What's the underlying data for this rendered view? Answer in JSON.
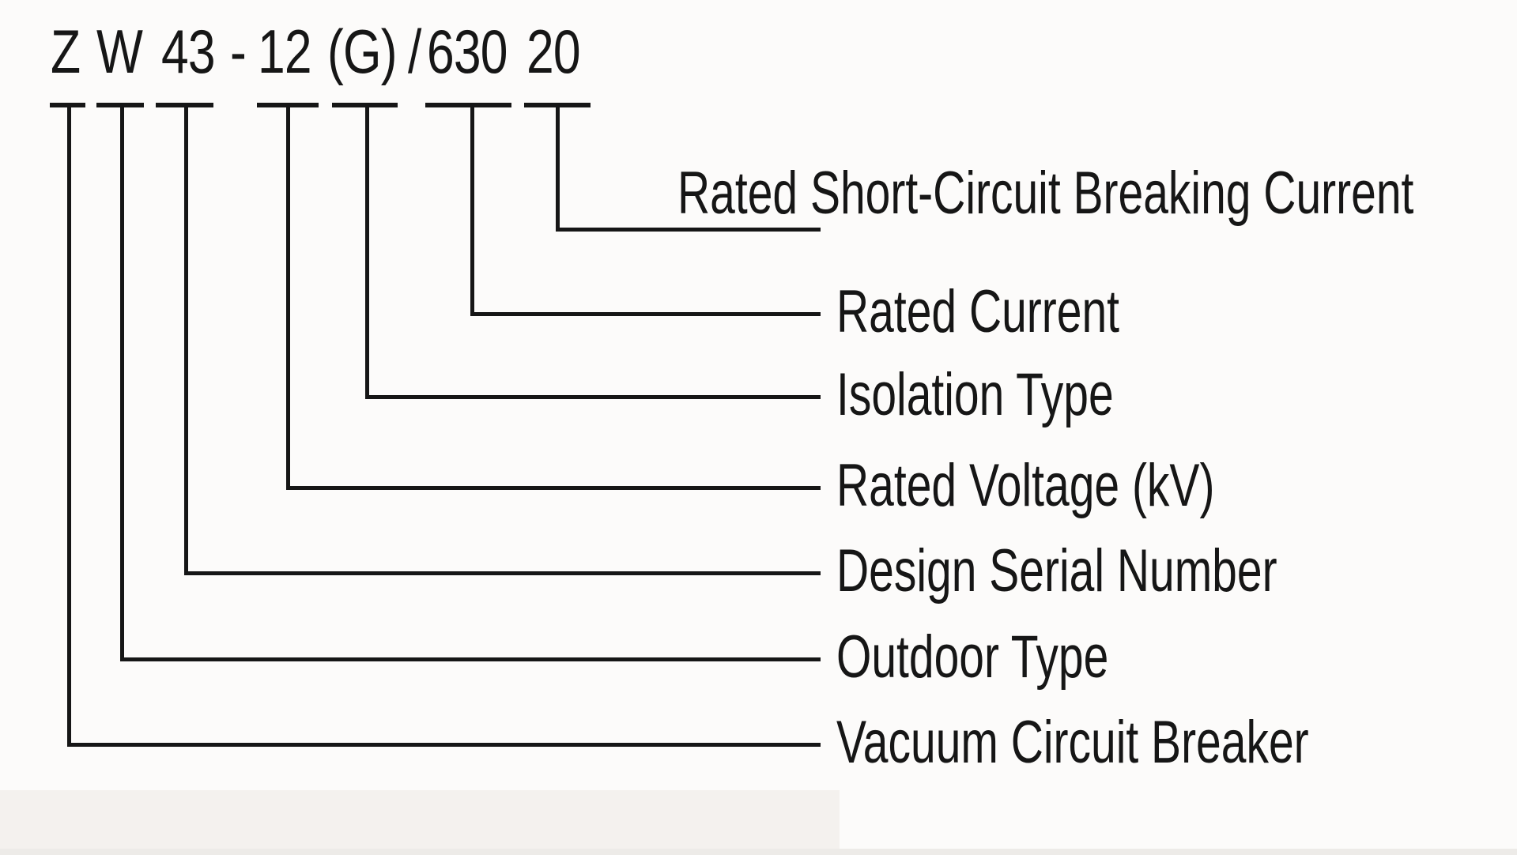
{
  "page": {
    "background_color": "#fcfbfa",
    "line_color": "#161616",
    "gray_block_color": "#f4f1ee",
    "gray_strip_color": "#edebe8"
  },
  "model_code": {
    "full": "ZW43-12(G)/630 20",
    "segments": [
      "Z",
      "W",
      "43",
      "-",
      "12",
      "(G)",
      "/",
      "630",
      "20"
    ]
  },
  "labels": [
    {
      "text": "Rated Short-Circuit Breaking Current",
      "maps_to": "20"
    },
    {
      "text": "Rated Current",
      "maps_to": "630"
    },
    {
      "text": "Isolation Type",
      "maps_to": "(G)"
    },
    {
      "text": "Rated Voltage (kV)",
      "maps_to": "12"
    },
    {
      "text": "Design Serial Number",
      "maps_to": "43"
    },
    {
      "text": "Outdoor Type",
      "maps_to": "W"
    },
    {
      "text": "Vacuum Circuit Breaker",
      "maps_to": "Z"
    }
  ]
}
